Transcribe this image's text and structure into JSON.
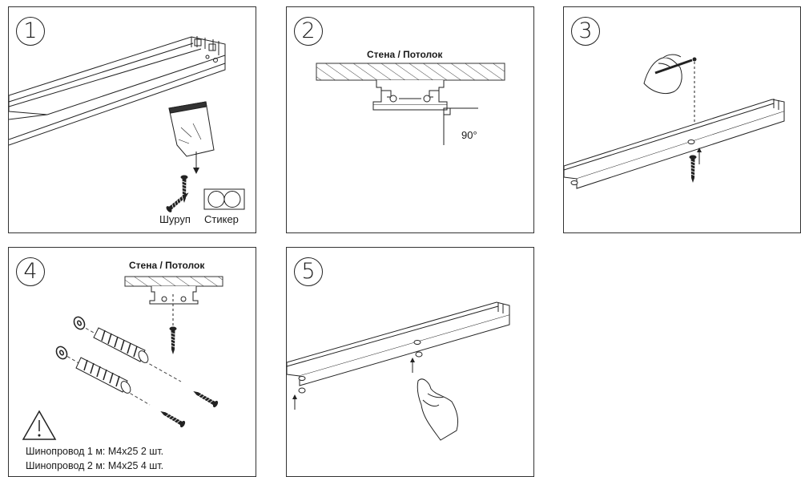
{
  "steps": [
    {
      "number": "1",
      "labels": {
        "screw": "Шуруп",
        "sticker": "Стикер"
      }
    },
    {
      "number": "2",
      "labels": {
        "surface": "Стена / Потолок",
        "angle": "90°"
      }
    },
    {
      "number": "3"
    },
    {
      "number": "4",
      "labels": {
        "surface": "Стена / Потолок"
      },
      "notes": [
        "Шинопровод 1 м: M4x25 2 шт.",
        "Шинопровод 2 м: M4x25 4 шт."
      ]
    },
    {
      "number": "5"
    }
  ],
  "icons": [
    "screw-icon",
    "sticker-icon",
    "bag-icon",
    "hand-icon",
    "pencil-icon",
    "warning-icon",
    "dowel-icon",
    "washer-icon"
  ]
}
